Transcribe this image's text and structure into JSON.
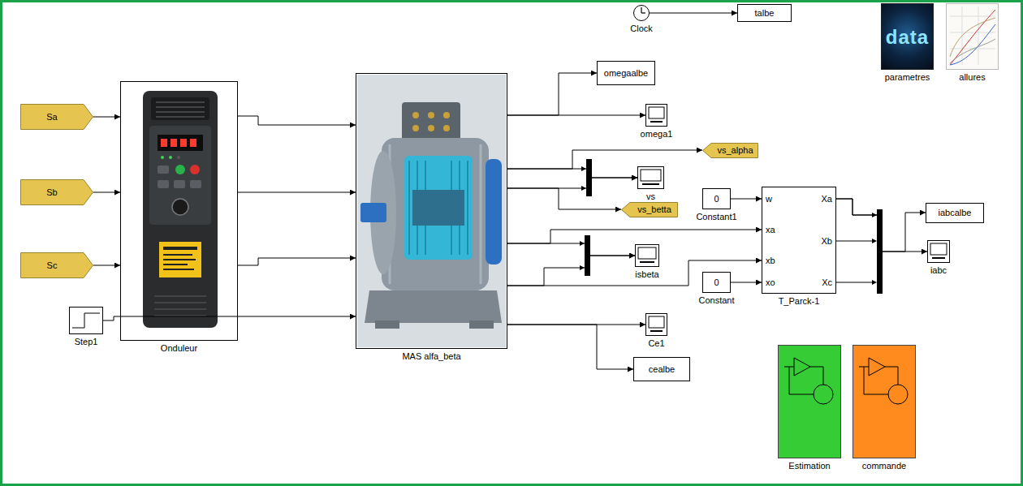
{
  "diagram": {
    "nodes": [
      {
        "text": [
          "Sa"
        ]
      },
      {
        "text": [
          "Sb"
        ]
      },
      {
        "text": [
          "Sc"
        ]
      },
      {
        "text": [
          "Onduleur"
        ]
      },
      {
        "text": [
          "MAS alfa_beta"
        ]
      },
      {
        "text": [
          "Step1"
        ]
      },
      {
        "text": [
          "Clock"
        ]
      },
      {
        "text": [
          "talbe"
        ]
      },
      {
        "text": [
          "omegaalbe"
        ]
      },
      {
        "text": [
          "omega1"
        ]
      },
      {
        "text": [
          "vs_alpha"
        ]
      },
      {
        "text": [
          "vs"
        ]
      },
      {
        "text": [
          "vs_betta"
        ]
      },
      {
        "text": [
          "0",
          "Constant1"
        ]
      },
      {
        "text": [
          "w",
          "xa",
          "xb",
          "xo",
          "Xa",
          "Xb",
          "Xc",
          "T_Parck-1"
        ]
      },
      {
        "text": [
          "0",
          "Constant"
        ]
      },
      {
        "text": [
          "isbeta"
        ]
      },
      {
        "text": [
          "iabcalbe"
        ]
      },
      {
        "text": [
          "iabc"
        ]
      },
      {
        "text": [
          "Ce1"
        ]
      },
      {
        "text": [
          "cealbe"
        ]
      },
      {
        "text": [
          "data",
          "parametres"
        ]
      },
      {
        "text": [
          "allures"
        ]
      },
      {
        "text": [
          "Estimation"
        ]
      },
      {
        "text": [
          "commande"
        ]
      }
    ],
    "edges": [
      {
        "from": 0,
        "to": 3,
        "arrow": "to"
      },
      {
        "from": 1,
        "to": 3,
        "arrow": "to"
      },
      {
        "from": 2,
        "to": 3,
        "arrow": "to"
      },
      {
        "from": 3,
        "to": 4,
        "arrow": "to"
      },
      {
        "from": 3,
        "to": 4,
        "arrow": "to"
      },
      {
        "from": 3,
        "to": 4,
        "arrow": "to"
      },
      {
        "from": 5,
        "to": 4,
        "arrow": "to"
      },
      {
        "from": 6,
        "to": 7,
        "arrow": "to"
      },
      {
        "from": 4,
        "to": 8,
        "arrow": "to"
      },
      {
        "from": 4,
        "to": 9,
        "arrow": "to"
      },
      {
        "from": 4,
        "to": 10,
        "arrow": "to"
      },
      {
        "from": 4,
        "to": 11,
        "arrow": "to"
      },
      {
        "from": 4,
        "to": 12,
        "arrow": "to"
      },
      {
        "from": 4,
        "to": 11,
        "arrow": "to"
      },
      {
        "from": 4,
        "to": 14,
        "arrow": "to"
      },
      {
        "from": 4,
        "to": 16,
        "arrow": "to"
      },
      {
        "from": 4,
        "to": 16,
        "arrow": "to"
      },
      {
        "from": 4,
        "to": 14,
        "arrow": "to"
      },
      {
        "from": 13,
        "to": 14,
        "arrow": "to"
      },
      {
        "from": 15,
        "to": 14,
        "arrow": "to"
      },
      {
        "from": 14,
        "to": 17,
        "arrow": "to"
      },
      {
        "from": 14,
        "to": 18,
        "arrow": "to"
      },
      {
        "from": 4,
        "to": 19,
        "arrow": "to"
      },
      {
        "from": 4,
        "to": 20,
        "arrow": "to"
      }
    ]
  }
}
